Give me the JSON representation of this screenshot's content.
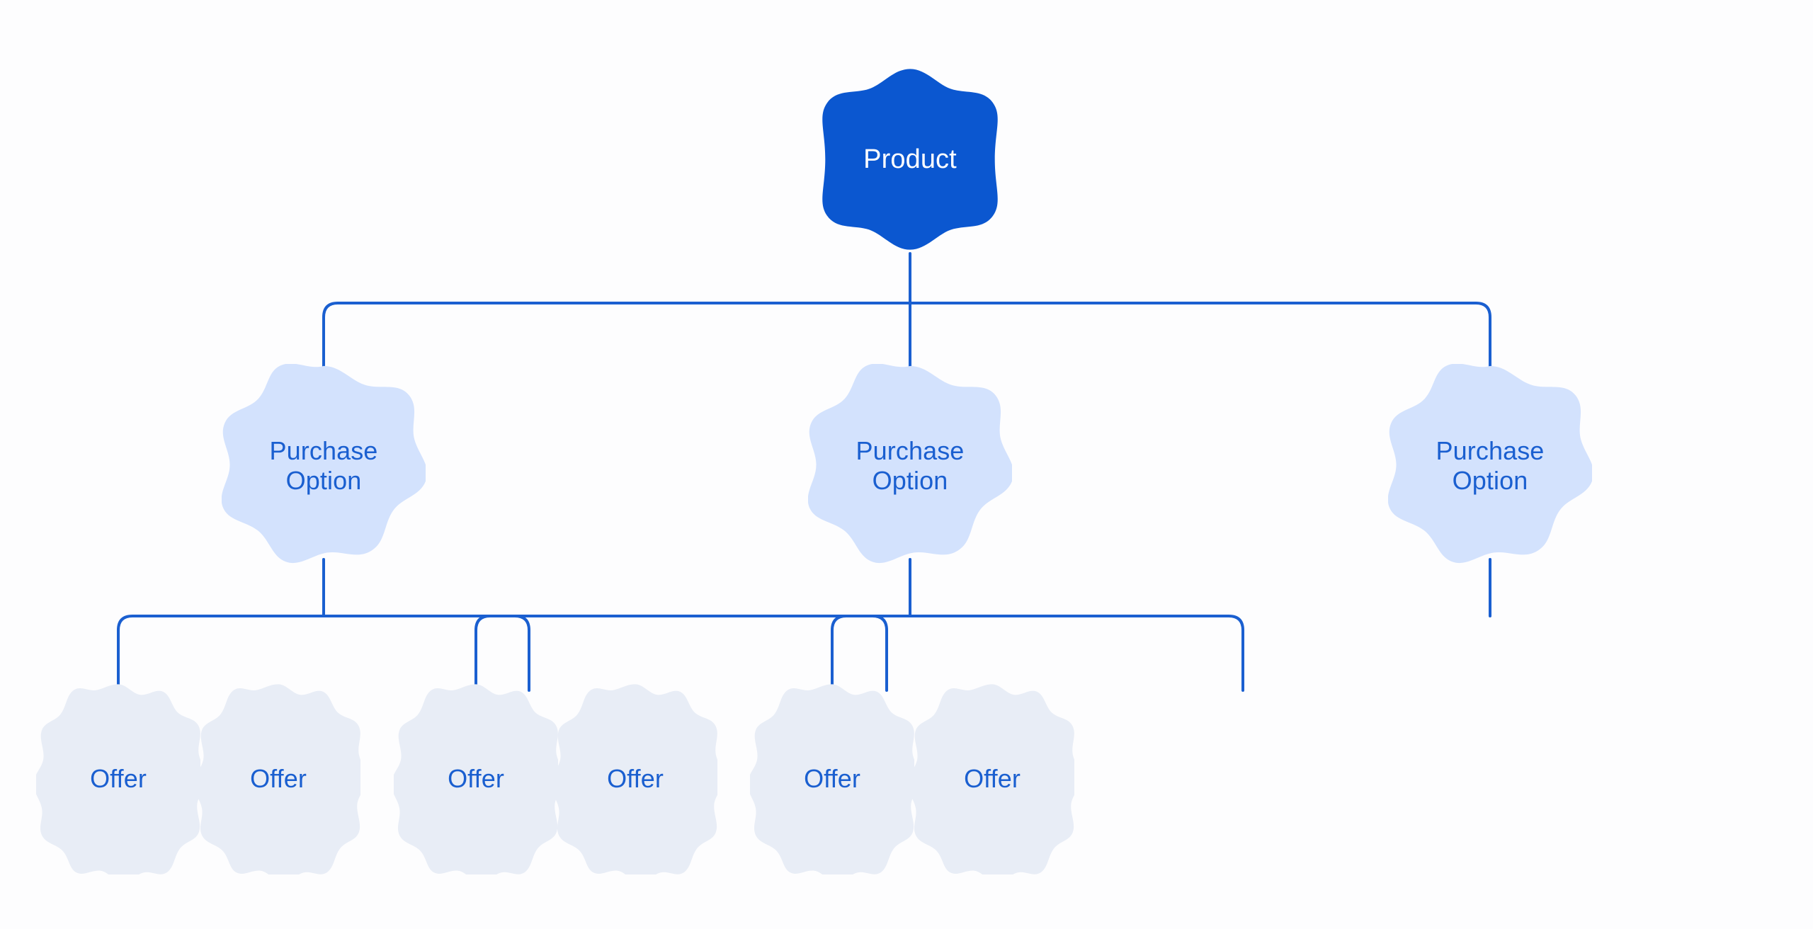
{
  "diagram": {
    "title": "Product purchase option offer hierarchy",
    "background_color": "#fdfdfe",
    "edge_color": "#1a5fd0",
    "edge_width": 4,
    "levels": [
      {
        "name": "product",
        "shape": "four-lobe-blob",
        "fill": "#0b57d0",
        "text_color": "#ffffff"
      },
      {
        "name": "purchase-option",
        "shape": "eight-lobe-flower",
        "fill": "#d3e2fd",
        "text_color": "#1a5fd0"
      },
      {
        "name": "offer",
        "shape": "scalloped-circle",
        "fill": "#e8edf6",
        "text_color": "#1a5fd0"
      }
    ],
    "root": {
      "label": "Product"
    },
    "purchase_options": [
      {
        "label": "Purchase\nOption"
      },
      {
        "label": "Purchase\nOption"
      },
      {
        "label": "Purchase\nOption"
      }
    ],
    "offers": [
      {
        "label": "Offer"
      },
      {
        "label": "Offer"
      },
      {
        "label": "Offer"
      },
      {
        "label": "Offer"
      },
      {
        "label": "Offer"
      },
      {
        "label": "Offer"
      }
    ]
  }
}
